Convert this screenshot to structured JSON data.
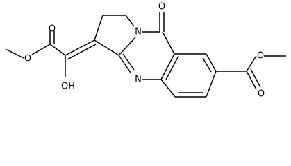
{
  "molecule": {
    "atoms": [
      {
        "id": "O_carbonyl",
        "label": "O"
      },
      {
        "id": "O_ester1_carbonyl",
        "label": "O"
      },
      {
        "id": "O_ester1_ether",
        "label": "O"
      },
      {
        "id": "O_hydroxyl",
        "label": "OH"
      },
      {
        "id": "N_pyrrolidine",
        "label": "N"
      },
      {
        "id": "N_quinazoline",
        "label": "N"
      },
      {
        "id": "O_ester2_carbonyl",
        "label": "O"
      },
      {
        "id": "O_ester2_ether",
        "label": "O"
      }
    ]
  },
  "colors": {
    "bond": "#000000",
    "label": "#000000",
    "background": "#ffffff"
  }
}
